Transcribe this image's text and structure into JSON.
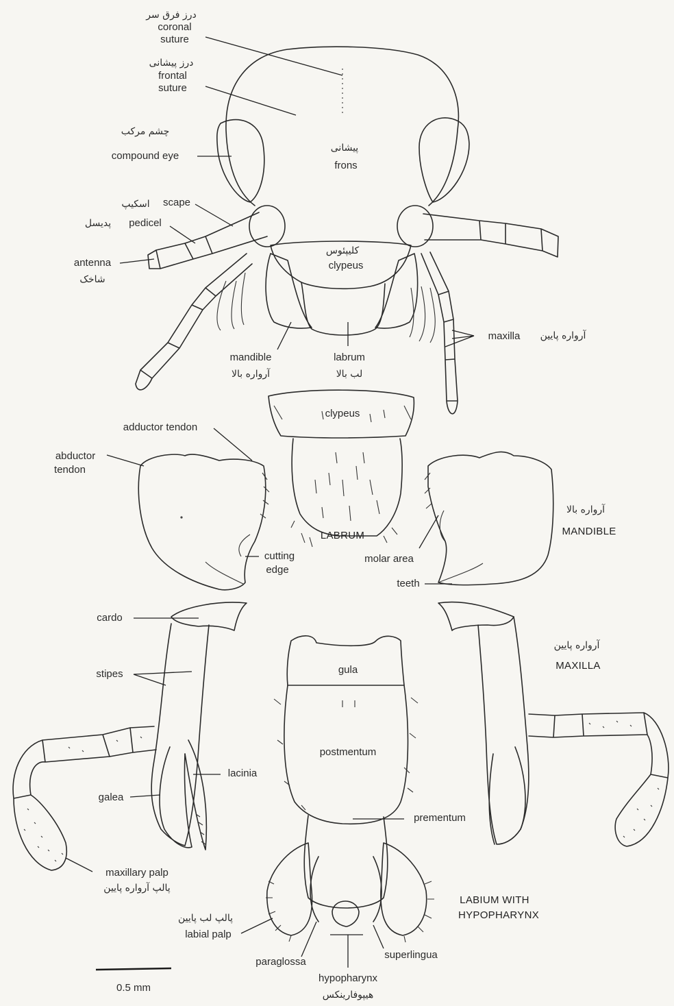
{
  "head": {
    "coronal_fa": "درز فرق سر",
    "coronal_1": "coronal",
    "coronal_2": "suture",
    "frontal_fa": "درز پیشانی",
    "frontal_1": "frontal",
    "frontal_2": "suture",
    "eye_fa": "چشم مرکب",
    "eye": "compound eye",
    "frons_fa": "پیشانی",
    "frons": "frons",
    "scape_fa": "اسکیپ",
    "scape": "scape",
    "pedicel_fa": "پدیسل",
    "pedicel": "pedicel",
    "antenna": "antenna",
    "antenna_fa": "شاخک",
    "clypeus_fa": "کلیپئوس",
    "clypeus": "clypeus",
    "maxilla": "maxilla",
    "maxilla_fa": "آرواره پایین",
    "mandible": "mandible",
    "mandible_fa": "آرواره بالا",
    "labrum": "labrum",
    "labrum_fa": "لب بالا"
  },
  "labrum_panel": {
    "clypeus": "clypeus",
    "caption": "LABRUM"
  },
  "mandible_panel": {
    "adductor": "adductor tendon",
    "abductor_1": "abductor",
    "abductor_2": "tendon",
    "cutting_1": "cutting",
    "cutting_2": "edge",
    "molar": "molar area",
    "teeth": "teeth",
    "caption_fa": "آرواره بالا",
    "caption": "MANDIBLE"
  },
  "maxilla_panel": {
    "cardo": "cardo",
    "stipes": "stipes",
    "lacinia": "lacinia",
    "galea": "galea",
    "palp": "maxillary palp",
    "palp_fa": "پالپ آرواره پایین",
    "caption_fa": "آرواره پایین",
    "caption": "MAXILLA"
  },
  "labium_panel": {
    "gula": "gula",
    "postmentum": "postmentum",
    "prementum": "prementum",
    "labial_palp_fa": "پالپ لب پایین",
    "labial_palp": "labial palp",
    "paraglossa": "paraglossa",
    "superlingua": "superlingua",
    "hypopharynx": "hypopharynx",
    "hypopharynx_fa": "هیپوفارینکس",
    "caption_1": "LABIUM WITH",
    "caption_2": "HYPOPHARYNX"
  },
  "scale": {
    "label": "0.5 mm"
  }
}
